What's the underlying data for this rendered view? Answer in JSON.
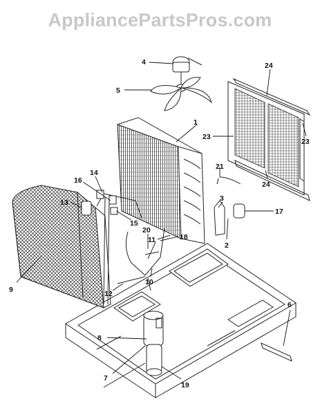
{
  "watermark": "AppliancePartsPros.com",
  "callouts": [
    "1",
    "2",
    "3",
    "4",
    "5",
    "6",
    "7",
    "8",
    "9",
    "10",
    "11",
    "12",
    "13",
    "14",
    "15",
    "16",
    "17",
    "18",
    "19",
    "20",
    "21",
    "23",
    "23",
    "24",
    "24"
  ]
}
